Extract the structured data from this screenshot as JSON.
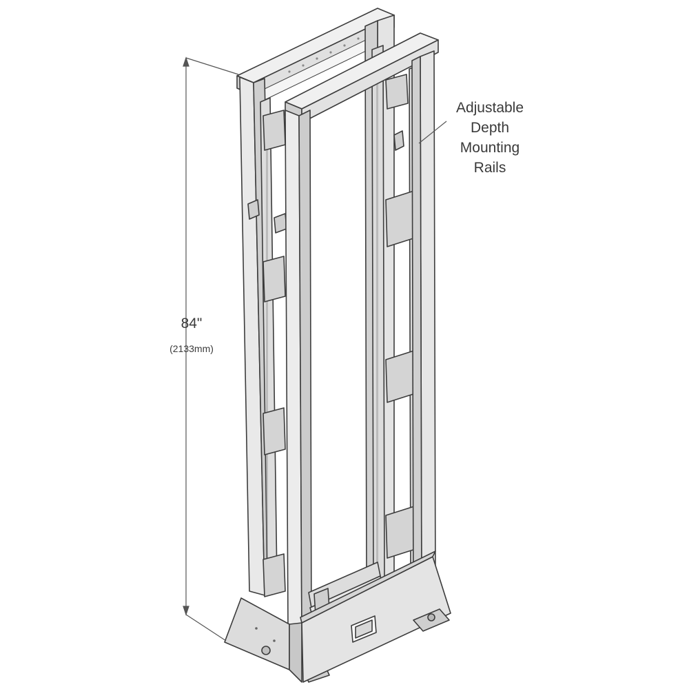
{
  "dimension": {
    "height_label": "84\"",
    "height_metric_label": "(2133mm)"
  },
  "callout": {
    "lines": [
      "Adjustable",
      "Depth",
      "Mounting",
      "Rails"
    ]
  },
  "colors": {
    "frame_fill": "#e6e6e6",
    "frame_shade": "#c9c9c9",
    "frame_dark": "#b3b3b3",
    "outline": "#3c3c3c",
    "dimension_line": "#555555",
    "text": "#3a3a3a"
  }
}
